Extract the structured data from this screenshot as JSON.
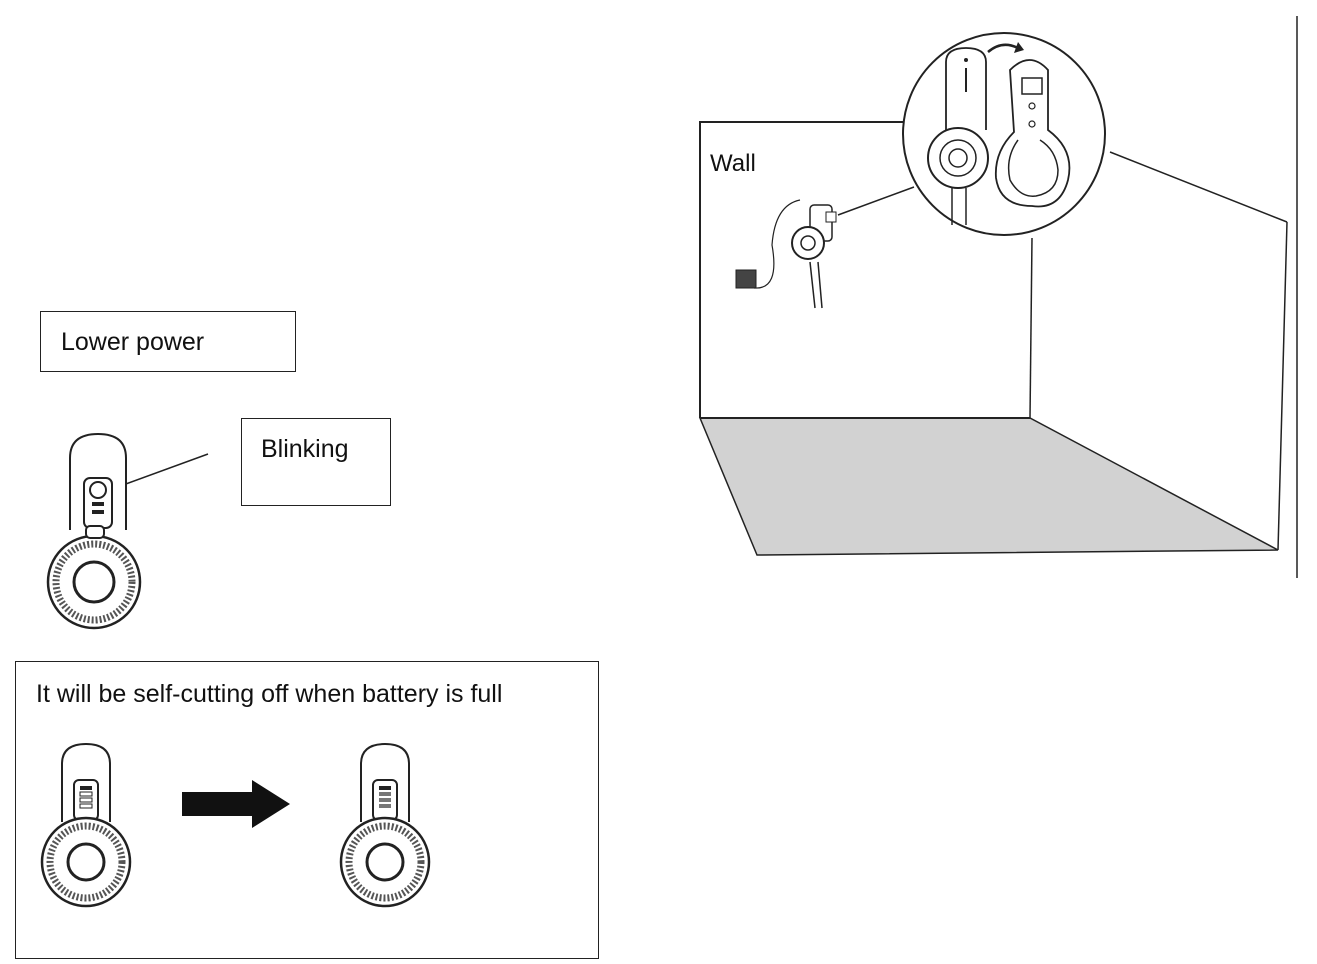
{
  "labels": {
    "lower_power": "Lower power",
    "blinking": "Blinking",
    "self_cutting": "It will be self-cutting off when battery is full",
    "wall": "Wall"
  },
  "colors": {
    "line": "#222222",
    "floor": "#d2d2d2"
  }
}
